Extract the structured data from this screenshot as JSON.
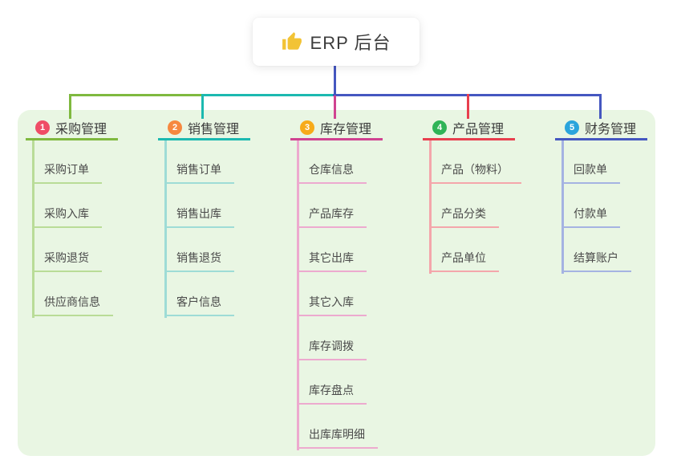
{
  "root": {
    "label": "ERP 后台",
    "icon": "thumbs-up-icon",
    "line_color": "#4557c0"
  },
  "panel_color": "#e9f6e3",
  "text_colors": {
    "heading": "#3c3c3c",
    "child": "#4a4a4a"
  },
  "branches": [
    {
      "num": "1",
      "label": "采购管理",
      "badge_color": "#ef4d66",
      "line_color": "#7fb93f",
      "child_line_color": "#b9dc97",
      "children": [
        {
          "label": "采购订单"
        },
        {
          "label": "采购入库"
        },
        {
          "label": "采购退货"
        },
        {
          "label": "供应商信息"
        }
      ]
    },
    {
      "num": "2",
      "label": "销售管理",
      "badge_color": "#f6883f",
      "line_color": "#1cb9b0",
      "child_line_color": "#9edcd6",
      "children": [
        {
          "label": "销售订单"
        },
        {
          "label": "销售出库"
        },
        {
          "label": "销售退货"
        },
        {
          "label": "客户信息"
        }
      ]
    },
    {
      "num": "3",
      "label": "库存管理",
      "badge_color": "#f7ab19",
      "line_color": "#d04391",
      "child_line_color": "#edaacf",
      "children": [
        {
          "label": "仓库信息"
        },
        {
          "label": "产品库存"
        },
        {
          "label": "其它出库"
        },
        {
          "label": "其它入库"
        },
        {
          "label": "库存调拨"
        },
        {
          "label": "库存盘点"
        },
        {
          "label": "出库库明细"
        }
      ]
    },
    {
      "num": "4",
      "label": "产品管理",
      "badge_color": "#30b457",
      "line_color": "#e83f4e",
      "child_line_color": "#f4a6ab",
      "children": [
        {
          "label": "产品（物料）"
        },
        {
          "label": "产品分类"
        },
        {
          "label": "产品单位"
        }
      ]
    },
    {
      "num": "5",
      "label": "财务管理",
      "badge_color": "#2aa4dc",
      "line_color": "#4557c0",
      "child_line_color": "#a5b3e2",
      "children": [
        {
          "label": "回款单"
        },
        {
          "label": "付款单"
        },
        {
          "label": "结算账户"
        }
      ]
    }
  ]
}
